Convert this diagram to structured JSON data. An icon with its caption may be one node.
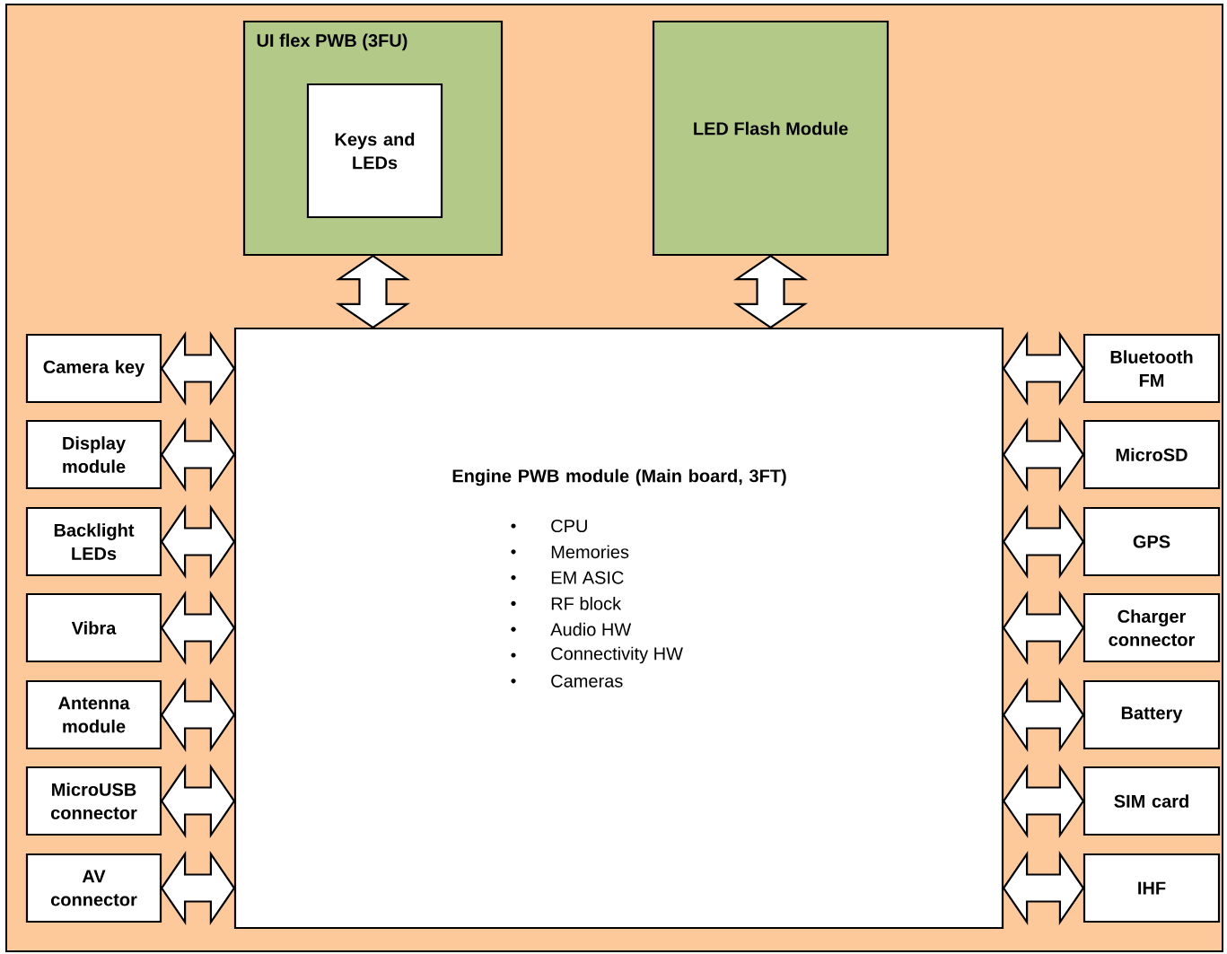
{
  "diagram": {
    "nodes": [
      {
        "text": [
          "UI flex PWB (3FU)"
        ]
      },
      {
        "text": [
          "Keys and LEDs"
        ],
        "in": 0
      },
      {
        "text": [
          "LED Flash Module"
        ]
      },
      {
        "text": [
          "Engine PWB module (Main board, 3FT)",
          "CPU",
          "Memories",
          "EM ASIC",
          "RF block",
          "Audio HW",
          "Connectivity HW",
          "Cameras"
        ]
      },
      {
        "text": [
          "Camera key"
        ]
      },
      {
        "text": [
          "Display module"
        ]
      },
      {
        "text": [
          "Backlight LEDs"
        ]
      },
      {
        "text": [
          "Vibra"
        ]
      },
      {
        "text": [
          "Antenna module"
        ]
      },
      {
        "text": [
          "MicroUSB connector"
        ]
      },
      {
        "text": [
          "AV connector"
        ]
      },
      {
        "text": [
          "Bluetooth FM"
        ]
      },
      {
        "text": [
          "MicroSD"
        ]
      },
      {
        "text": [
          "GPS"
        ]
      },
      {
        "text": [
          "Charger connector"
        ]
      },
      {
        "text": [
          "Battery"
        ]
      },
      {
        "text": [
          "SIM card"
        ]
      },
      {
        "text": [
          "IHF"
        ]
      }
    ],
    "edges": [
      {
        "from": 0,
        "to": 3,
        "arrow": "both"
      },
      {
        "from": 2,
        "to": 3,
        "arrow": "both"
      },
      {
        "from": 4,
        "to": 3,
        "arrow": "both"
      },
      {
        "from": 5,
        "to": 3,
        "arrow": "both"
      },
      {
        "from": 6,
        "to": 3,
        "arrow": "both"
      },
      {
        "from": 7,
        "to": 3,
        "arrow": "both"
      },
      {
        "from": 8,
        "to": 3,
        "arrow": "both"
      },
      {
        "from": 9,
        "to": 3,
        "arrow": "both"
      },
      {
        "from": 10,
        "to": 3,
        "arrow": "both"
      },
      {
        "from": 3,
        "to": 11,
        "arrow": "both"
      },
      {
        "from": 3,
        "to": 12,
        "arrow": "both"
      },
      {
        "from": 3,
        "to": 13,
        "arrow": "both"
      },
      {
        "from": 3,
        "to": 14,
        "arrow": "both"
      },
      {
        "from": 3,
        "to": 15,
        "arrow": "both"
      },
      {
        "from": 3,
        "to": 16,
        "arrow": "both"
      },
      {
        "from": 3,
        "to": 17,
        "arrow": "both"
      }
    ]
  }
}
